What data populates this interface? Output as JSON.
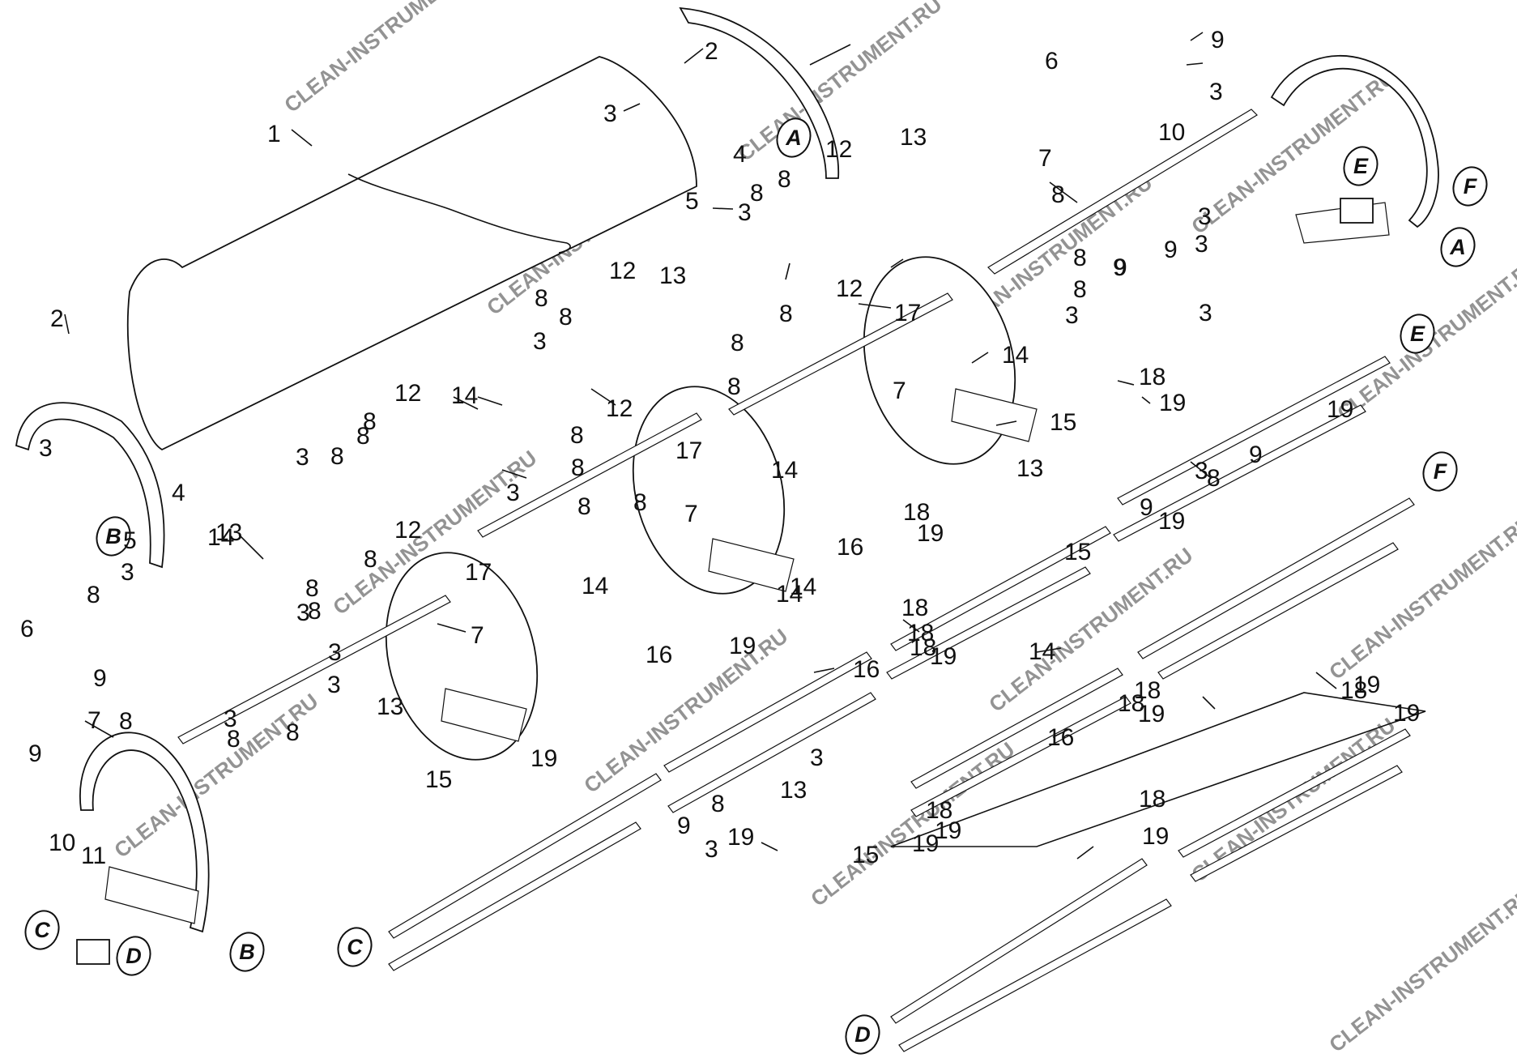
{
  "watermark": "CLEAN-INSTRUMENT.RU",
  "part_numbers": [
    "1",
    "2",
    "3",
    "4",
    "5",
    "6",
    "7",
    "8",
    "9",
    "10",
    "11",
    "12",
    "13",
    "14",
    "15",
    "16",
    "17",
    "18",
    "19"
  ],
  "callout_letters": [
    "A",
    "B",
    "C",
    "D",
    "E",
    "F"
  ]
}
